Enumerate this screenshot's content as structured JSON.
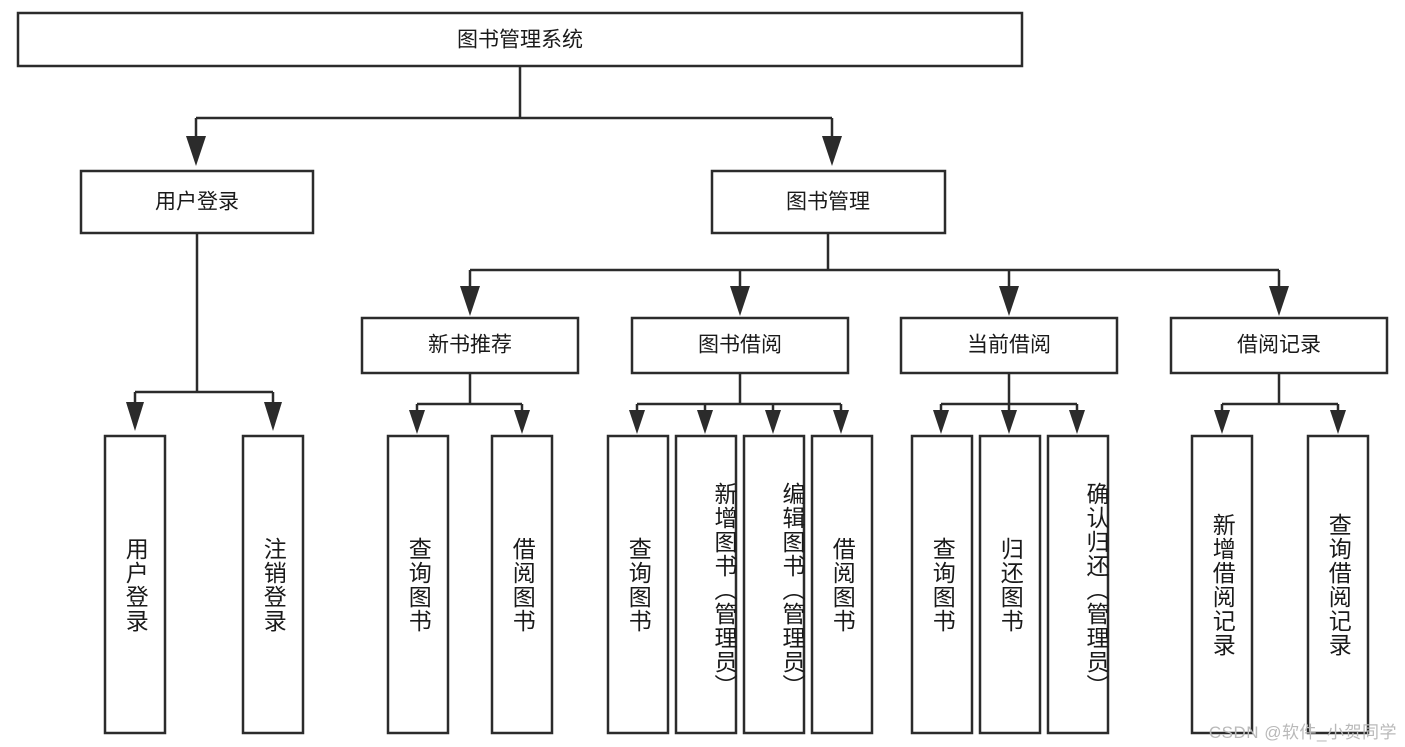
{
  "diagram": {
    "title": "图书管理系统",
    "type": "tree-hierarchy",
    "watermark": "CSDN @软件_小贺同学",
    "colors": {
      "background": "#ffffff",
      "stroke": "#2b2b2b",
      "box_fill": "#ffffff",
      "text": "#1a1a1a",
      "watermark": "#b9b9b9"
    },
    "root": {
      "label": "图书管理系统"
    },
    "level2": [
      {
        "id": "user-login",
        "label": "用户登录"
      },
      {
        "id": "book-manage",
        "label": "图书管理"
      }
    ],
    "level3": [
      {
        "id": "new-book-recommend",
        "label": "新书推荐",
        "parent": "book-manage"
      },
      {
        "id": "book-borrow",
        "label": "图书借阅",
        "parent": "book-manage"
      },
      {
        "id": "current-borrow",
        "label": "当前借阅",
        "parent": "book-manage"
      },
      {
        "id": "borrow-record",
        "label": "借阅记录",
        "parent": "book-manage"
      }
    ],
    "leaves": [
      {
        "id": "leaf-user-login",
        "label": "用户登录",
        "parent": "user-login"
      },
      {
        "id": "leaf-logout-login",
        "label": "注销登录",
        "parent": "user-login"
      },
      {
        "id": "leaf-query-book-1",
        "label": "查询图书",
        "parent": "new-book-recommend"
      },
      {
        "id": "leaf-borrow-book-1",
        "label": "借阅图书",
        "parent": "new-book-recommend"
      },
      {
        "id": "leaf-query-book-2",
        "label": "查询图书",
        "parent": "book-borrow"
      },
      {
        "id": "leaf-add-book",
        "label": "新增图书（管理员）",
        "parent": "book-borrow"
      },
      {
        "id": "leaf-edit-book",
        "label": "编辑图书（管理员）",
        "parent": "book-borrow"
      },
      {
        "id": "leaf-borrow-book-2",
        "label": "借阅图书",
        "parent": "book-borrow"
      },
      {
        "id": "leaf-query-book-3",
        "label": "查询图书",
        "parent": "current-borrow"
      },
      {
        "id": "leaf-return-book",
        "label": "归还图书",
        "parent": "current-borrow"
      },
      {
        "id": "leaf-confirm-return",
        "label": "确认归还（管理员）",
        "parent": "current-borrow"
      },
      {
        "id": "leaf-add-record",
        "label": "新增借阅记录",
        "parent": "borrow-record"
      },
      {
        "id": "leaf-query-record",
        "label": "查询借阅记录",
        "parent": "borrow-record"
      }
    ]
  }
}
